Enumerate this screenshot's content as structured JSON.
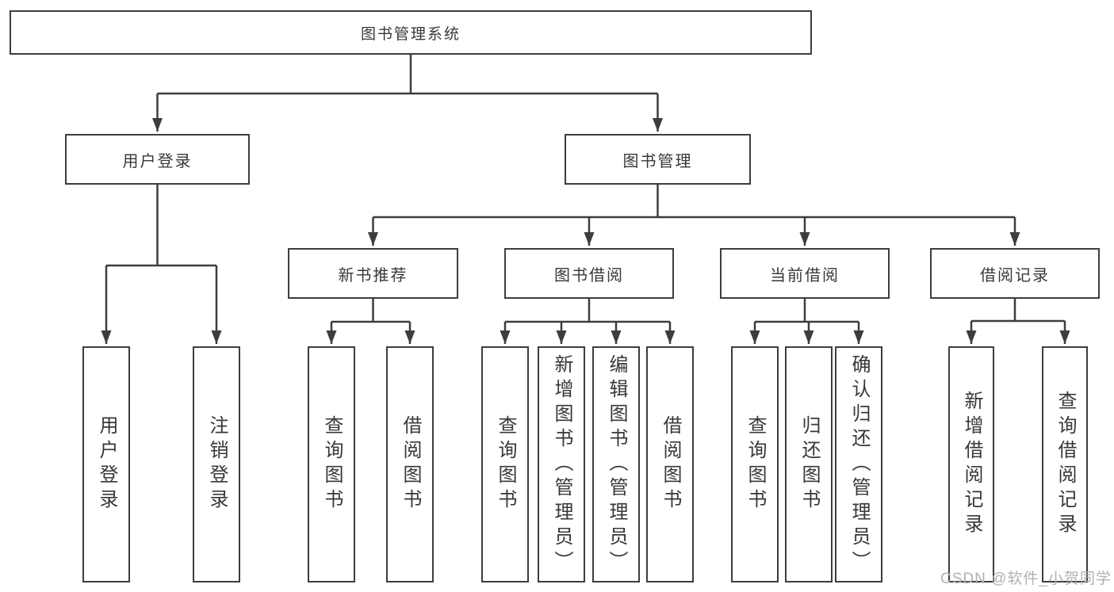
{
  "tree": {
    "label": "图书管理系统",
    "children": [
      {
        "label": "用户登录",
        "children": [
          {
            "label": "用户登录"
          },
          {
            "label": "注销登录"
          }
        ]
      },
      {
        "label": "图书管理",
        "children": [
          {
            "label": "新书推荐",
            "children": [
              {
                "label": "查询图书"
              },
              {
                "label": "借阅图书"
              }
            ]
          },
          {
            "label": "图书借阅",
            "children": [
              {
                "label": "查询图书"
              },
              {
                "label": "新增图书（管理员）"
              },
              {
                "label": "编辑图书（管理员）"
              },
              {
                "label": "借阅图书"
              }
            ]
          },
          {
            "label": "当前借阅",
            "children": [
              {
                "label": "查询图书"
              },
              {
                "label": "归还图书"
              },
              {
                "label": "确认归还（管理员）"
              }
            ]
          },
          {
            "label": "借阅记录",
            "children": [
              {
                "label": "新增借阅记录"
              },
              {
                "label": "查询借阅记录"
              }
            ]
          }
        ]
      }
    ]
  },
  "watermark": "CSDN @软件_小贺同学",
  "colors": {
    "line": "#3d3d3d",
    "text": "#383838",
    "box_background": "#ffffff",
    "page_background": "#ffffff",
    "watermark": "#b0b0b0"
  }
}
